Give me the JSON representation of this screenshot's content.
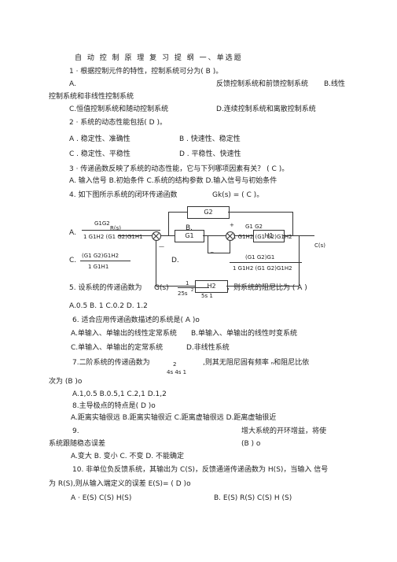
{
  "doc": {
    "title": "自 动 控 制 原 理 复 习 提 纲 一、单选题",
    "q1": {
      "stem": "1 · 根据控制元件的特性，控制系统可分为(  B  )。",
      "a_label": "A.",
      "a_rest": "反馈控制系统和前馈控制系统",
      "b_start": "B.线性",
      "b_cont": "控制系统和非线性控制系统",
      "c": "C.恒值控制系统和随动控制系统",
      "d": "D.连续控制系统和离散控制系统"
    },
    "q2": {
      "stem": "2  · 系统的动态性能包括( D )。",
      "a": "A . 稳定性、准确性",
      "b": "B . 快速性、稳定性",
      "c": "C . 稳定性、平稳性",
      "d": "D . 平稳性、快速性"
    },
    "q3": {
      "stem": "3 · 传递函数反映了系统的动态性能，它与下列哪项因素有关？  (  C  )。",
      "options": "A.  输入信号 B.初始条件 C.系统的结构参数  D.输入信号与初始条件"
    },
    "q4": {
      "stem": "4.  如下图所示系统的闭环传递函数",
      "expr": "Gk(s) =  (   C   )。",
      "diagram": {
        "g1": "G1",
        "g2": "G2",
        "h1": "H1",
        "h2": "H2",
        "out": "C(s)",
        "plus": "+",
        "minus": "_",
        "minus2": "—"
      },
      "opt_a_label": "A.",
      "opt_a_num": "G1G2",
      "opt_a_num2": "R(s)",
      "opt_a_den": "1   G1H2   (G1    G2)G1H1",
      "opt_b_label": "B.",
      "opt_b_num": "G1   G2",
      "opt_b_den": "1   G1H2   (G1   G2)G1H2",
      "opt_c_label": "C.",
      "opt_c_num": "(G1    G2)G1H2",
      "opt_c_den": "1   G1H1",
      "opt_d_label": "D.",
      "opt_d_num": "(G1    G2)G1",
      "opt_d_den": "1   G1H2   (G1   G2)G1H2"
    },
    "q5": {
      "stem": "5. 设系统的传递函数为",
      "gs": "G(s)",
      "num": "1",
      "den": "25s",
      "den_exp": "2",
      "den2": "5s   1",
      "rest": "，则系统的阻尼比为   (     A     )",
      "options": "A.0.5     B. 1          C.0.2      D. 1.2"
    },
    "q6": {
      "stem": "6.  适合应用传递函数描述的系统是( A )o",
      "a": "A.单输入、单输出的线性定常系统",
      "b": "B.单输入、单输出的线性时变系统",
      "c": "C.单输入、单输出的定常系统",
      "d": "D.非线性系统"
    },
    "q7": {
      "stem": "7.二阶系统的传递函数为",
      "num": "2",
      "den": "4s 4s 1",
      "rest": ",则其无阻尼固有频率  ₙ和阻尼比依",
      "cont": "次为 (B )o",
      "options": "A.1,0.5          B.0.5,1               C.2,1             D.1,2"
    },
    "q8": {
      "stem": "8.主导极点的特点是(          D )o",
      "options": "A.距离实轴很远      B.距离实轴很近        C.距离虚轴很远 D.距离虚轴很近"
    },
    "q9": {
      "num": "9.",
      "right": "增大系统的开环增益，将使",
      "left": "系统跟随稳态误差",
      "ans": "(B ) o",
      "options": "A.变大  B. 变小  C. 不变  D. 不能确定"
    },
    "q10": {
      "stem": "10.  非单位负反馈系统，其输出为 C(S)，反馈通道传递函数为 H(S)，当输入  信号",
      "cont": "为 R(S),则从输入端定义的误差 E(S)= ( D )o",
      "a": "A ·   E(S) C(S) H(S)",
      "b": "B.  E(S) R(S) C(S) H (S)"
    }
  }
}
